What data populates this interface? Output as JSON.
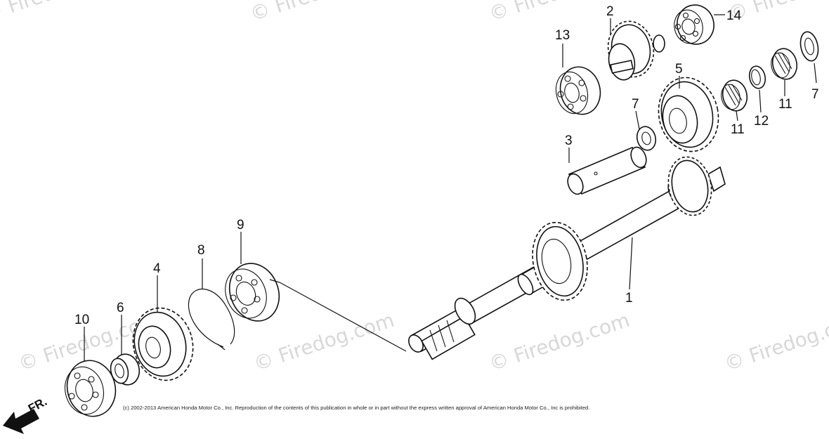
{
  "watermark": {
    "text": "© Firedog.com",
    "color": "#d8d8d8"
  },
  "copyright": "(c) 2002-2013 American Honda Motor Co., Inc. Reproduction of the contents of this publication in whole or in part without the express written approval of American Honda Motor Co., Inc is prohibited.",
  "direction_label": "FR.",
  "callouts": {
    "c1": "1",
    "c2": "2",
    "c3": "3",
    "c4": "4",
    "c5": "5",
    "c6": "6",
    "c7a": "7",
    "c7b": "7",
    "c8": "8",
    "c9": "9",
    "c10": "10",
    "c11a": "11",
    "c11b": "11",
    "c12": "12",
    "c13": "13",
    "c14": "14"
  }
}
